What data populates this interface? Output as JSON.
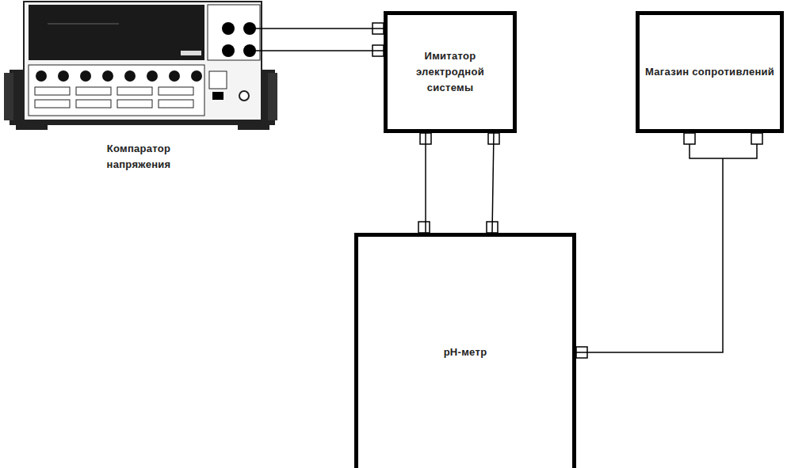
{
  "diagram": {
    "nodes": [
      {
        "text": [
          "Компаратор напряжения"
        ]
      },
      {
        "text": [
          "Имитатор электродной системы"
        ]
      },
      {
        "text": [
          "Магазин сопротивлений"
        ]
      },
      {
        "text": [
          "pH-метр"
        ]
      }
    ],
    "edges": [
      {
        "from": 0,
        "to": 1,
        "arrow": "none"
      },
      {
        "from": 0,
        "to": 1,
        "arrow": "none"
      },
      {
        "from": 1,
        "to": 3,
        "arrow": "none"
      },
      {
        "from": 1,
        "to": 3,
        "arrow": "none"
      },
      {
        "from": 2,
        "to": 3,
        "arrow": "none"
      }
    ]
  }
}
